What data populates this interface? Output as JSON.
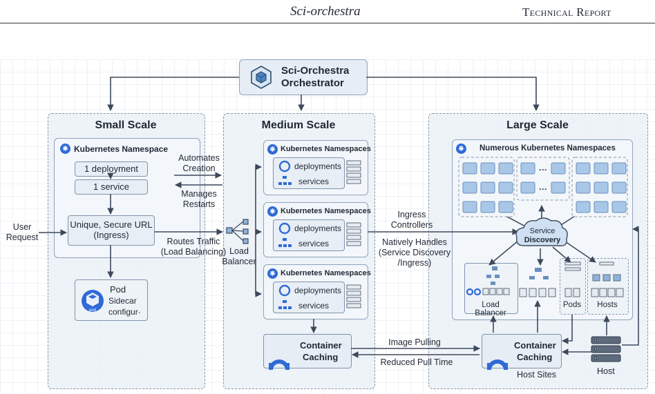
{
  "header": {
    "left": "Sci-orchestra",
    "right": "Technical Report"
  },
  "orchestrator": {
    "title_line1": "Sci-Orchestra",
    "title_line2": "Orchestrator"
  },
  "small": {
    "title": "Small Scale",
    "namespace": "Kubernetes Namespace",
    "deployment": "1 deployment",
    "service": "1 service",
    "ingress_line1": "Unique, Secure URL",
    "ingress_line2": "(Ingress)",
    "pod_title": "Pod",
    "pod_line1": "Sidecar",
    "pod_line2": "configur·",
    "pod_icon_text": "pod"
  },
  "labels": {
    "user_request_1": "User",
    "user_request_2": "Request",
    "automates_1": "Automates",
    "automates_2": "Creation",
    "manages_1": "Manages",
    "manages_2": "Restarts",
    "routes_1": "Routes Traffic",
    "routes_2": "(Load Balancing)",
    "lb_1": "Load",
    "lb_2": "Balancer",
    "ingress_ctrl_1": "Ingress",
    "ingress_ctrl_2": "Controllers",
    "natively_1": "Natively Handles",
    "natively_2": "(Service Discovery",
    "natively_3": "/Ingress)",
    "image_pulling": "Image Pulling",
    "reduced_pull": "Reduced Pull Time"
  },
  "medium": {
    "title": "Medium Scale",
    "namespaces": [
      {
        "title": "Kubernetes Namespaces",
        "deployments": "deployments",
        "services": "services"
      },
      {
        "title": "Kubernetes Namespaces",
        "deployments": "deployments",
        "services": "services"
      },
      {
        "title": "Kubernetes Namespaces",
        "deployments": "deployments",
        "services": "services"
      }
    ],
    "caching_1": "Container",
    "caching_2": "Caching"
  },
  "large": {
    "title": "Large Scale",
    "namespaces": "Numerous Kubernetes Namespaces",
    "discovery_1": "Service",
    "discovery_2": "Discovery",
    "load_balancer": "Load Balancer",
    "pods": "Pods",
    "hosts": "Hosts",
    "caching_1": "Container",
    "caching_2": "Caching",
    "host_sites": "Host Sites",
    "host": "Host",
    "ellipsis": "···"
  },
  "colors": {
    "k8s_blue": "#2f6ad6",
    "node_blue": "#a9c7e6",
    "panel_border": "#8fa2b8",
    "arrow": "#3d4a5c"
  }
}
